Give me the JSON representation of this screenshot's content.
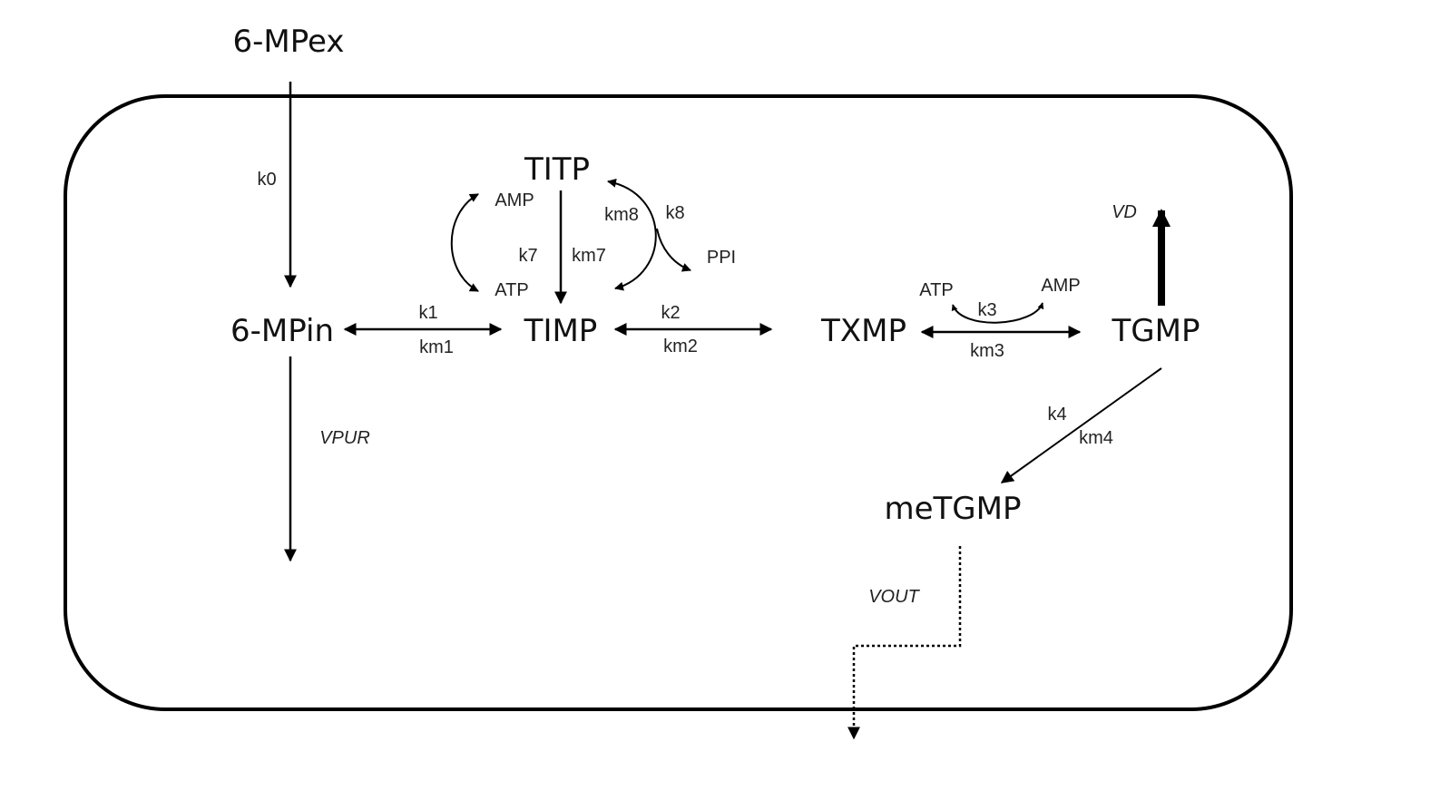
{
  "nodes": {
    "mp_ex": "6-MPex",
    "mp_in": "6-MPin",
    "timp": "TIMP",
    "titp": "TITP",
    "txmp": "TXMP",
    "tgmp": "TGMP",
    "metgmp": "meTGMP"
  },
  "rates": {
    "k0": "k0",
    "k1": "k1",
    "km1": "km1",
    "k2": "k2",
    "km2": "km2",
    "k3": "k3",
    "km3": "km3",
    "k4": "k4",
    "km4": "km4",
    "k7": "k7",
    "km7": "km7",
    "k8": "k8",
    "km8": "km8"
  },
  "cofactors": {
    "amp_left": "AMP",
    "atp_left": "ATP",
    "ppi": "PPI",
    "atp_right": "ATP",
    "amp_right": "AMP"
  },
  "fluxes": {
    "vpur": "VPUR",
    "vd": "VD",
    "vout": "VOUT"
  }
}
